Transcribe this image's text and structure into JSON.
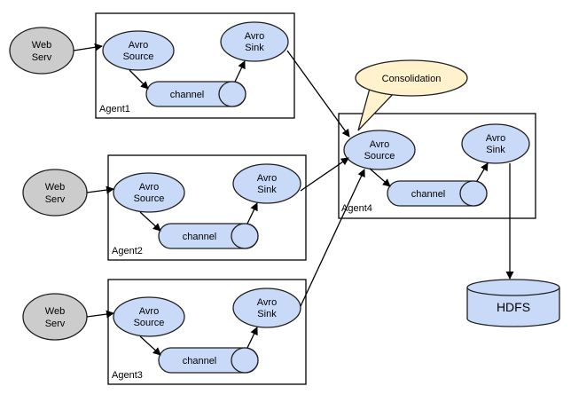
{
  "colors": {
    "node_fill": "#c9daf8",
    "server_fill": "#cccccc",
    "callout_fill": "#fff2cc",
    "line": "#000000"
  },
  "agents": [
    {
      "name": "Agent1",
      "server": [
        "Web",
        "Serv"
      ],
      "source": [
        "Avro",
        "Source"
      ],
      "sink": [
        "Avro",
        "Sink"
      ],
      "channel": "channel"
    },
    {
      "name": "Agent2",
      "server": [
        "Web",
        "Serv"
      ],
      "source": [
        "Avro",
        "Source"
      ],
      "sink": [
        "Avro",
        "Sink"
      ],
      "channel": "channel"
    },
    {
      "name": "Agent3",
      "server": [
        "Web",
        "Serv"
      ],
      "source": [
        "Avro",
        "Source"
      ],
      "sink": [
        "Avro",
        "Sink"
      ],
      "channel": "channel"
    },
    {
      "name": "Agent4",
      "source": [
        "Avro",
        "Source"
      ],
      "sink": [
        "Avro",
        "Sink"
      ],
      "channel": "channel"
    }
  ],
  "callout": "Consolidation",
  "storage": "HDFS"
}
